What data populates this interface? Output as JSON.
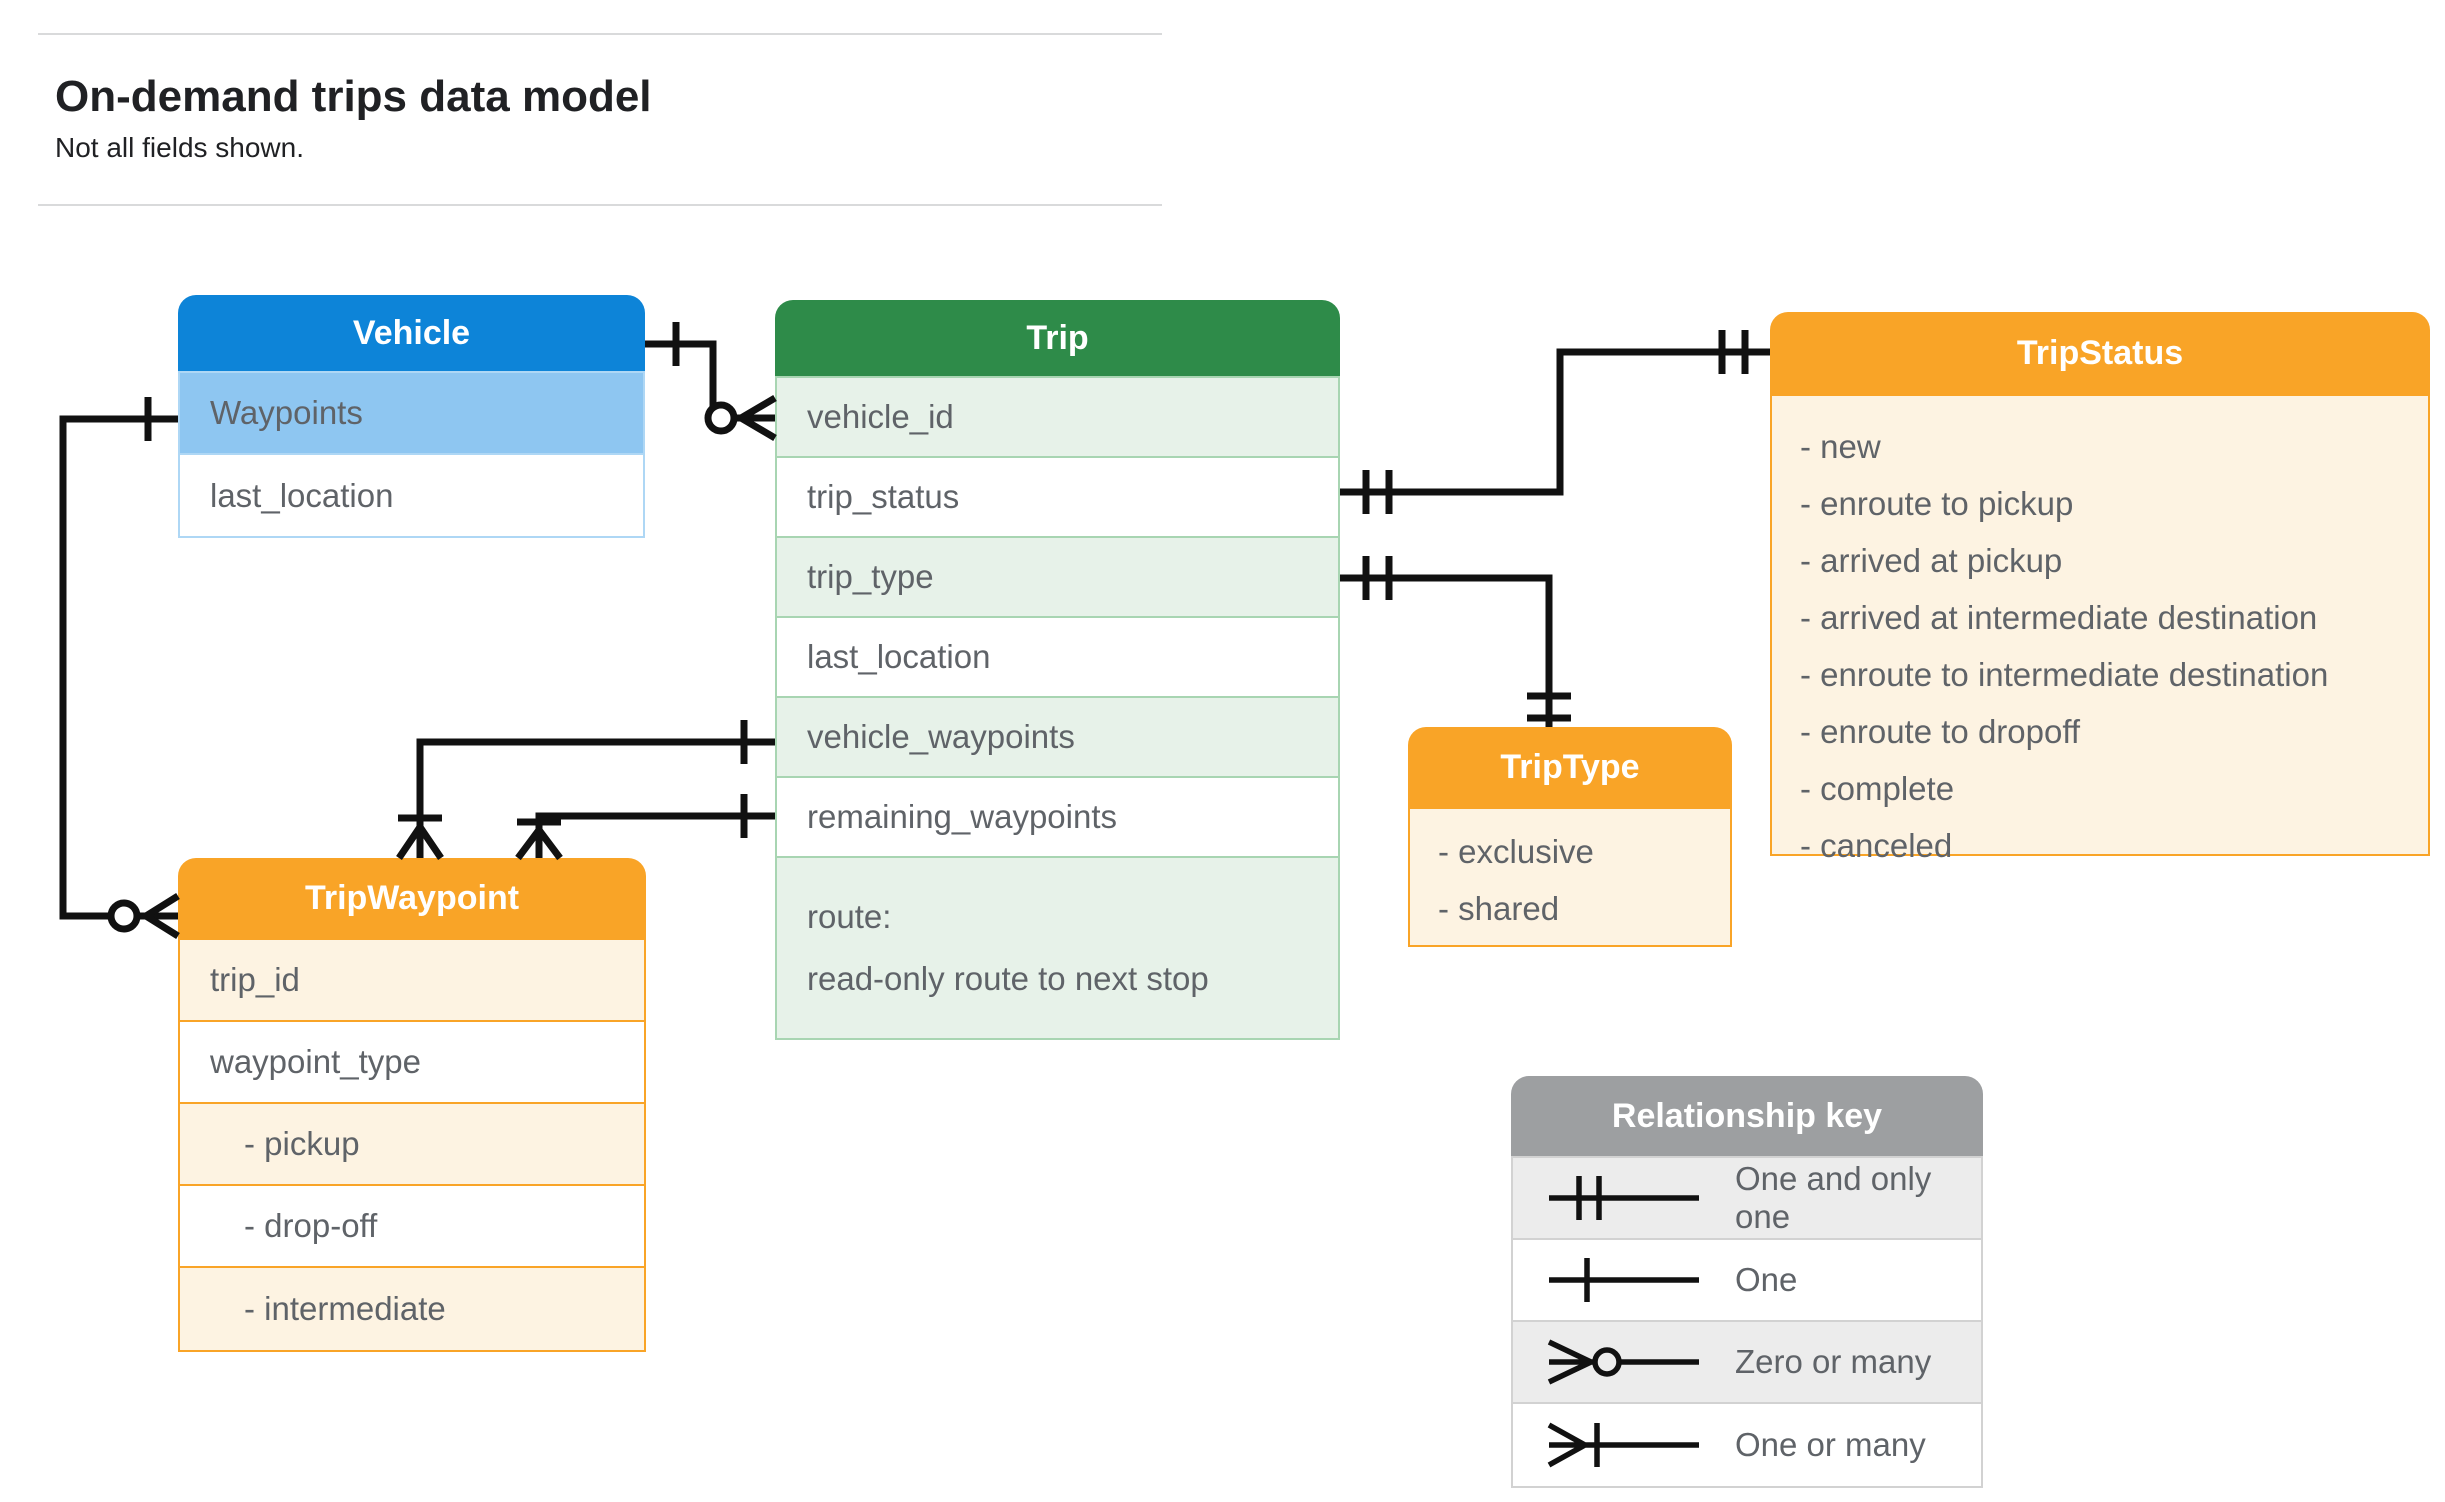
{
  "page": {
    "title": "On-demand trips data model",
    "subtitle": "Not all fields shown."
  },
  "tables": {
    "vehicle": {
      "title": "Vehicle",
      "rows": [
        "Waypoints",
        "last_location"
      ]
    },
    "trip": {
      "title": "Trip",
      "rows": [
        "vehicle_id",
        "trip_status",
        "trip_type",
        "last_location",
        "vehicle_waypoints",
        "remaining_waypoints"
      ],
      "route": {
        "line1": "route:",
        "line2": "read-only route to next stop"
      }
    },
    "trip_status": {
      "title": "TripStatus",
      "items": [
        "- new",
        "- enroute to pickup",
        "- arrived at pickup",
        "- arrived at intermediate destination",
        "- enroute to intermediate destination",
        "- enroute to dropoff",
        "- complete",
        "- canceled"
      ]
    },
    "trip_type": {
      "title": "TripType",
      "items": [
        "- exclusive",
        "- shared"
      ]
    },
    "trip_waypoint": {
      "title": "TripWaypoint",
      "rows": [
        "trip_id",
        "waypoint_type",
        "- pickup",
        "- drop-off",
        "- intermediate"
      ]
    }
  },
  "legend": {
    "title": "Relationship key",
    "entries": [
      {
        "symbol": "one-and-only-one",
        "label": "One and only one"
      },
      {
        "symbol": "one",
        "label": "One"
      },
      {
        "symbol": "zero-or-many",
        "label": "Zero or many"
      },
      {
        "symbol": "one-or-many",
        "label": "One or many"
      }
    ]
  },
  "relationships": [
    {
      "from": "Vehicle",
      "to": "Trip.vehicle_id",
      "from_end": "one",
      "to_end": "zero-or-many"
    },
    {
      "from": "Vehicle.Waypoints",
      "to": "TripWaypoint",
      "from_end": "one",
      "to_end": "zero-or-many"
    },
    {
      "from": "Trip.trip_status",
      "to": "TripStatus",
      "from_end": "one-and-only-one",
      "to_end": "one-and-only-one"
    },
    {
      "from": "Trip.trip_type",
      "to": "TripType",
      "from_end": "one-and-only-one",
      "to_end": "one-and-only-one"
    },
    {
      "from": "Trip.vehicle_waypoints",
      "to": "TripWaypoint",
      "from_end": "one",
      "to_end": "one-or-many"
    },
    {
      "from": "Trip.remaining_waypoints",
      "to": "TripWaypoint",
      "from_end": "one",
      "to_end": "one-or-many"
    }
  ],
  "colors": {
    "vehicle_header": "#0d84d8",
    "vehicle_highlight_row": "#8ec6f1",
    "trip_header": "#2e8b49",
    "trip_row": "#e7f2e9",
    "enum_header": "#f9a427",
    "enum_row": "#fdf3e2",
    "legend_header": "#9d9fa1",
    "legend_row": "#ececec",
    "cell_text": "#5f6368",
    "title_text": "#202124",
    "connector": "#111111"
  }
}
